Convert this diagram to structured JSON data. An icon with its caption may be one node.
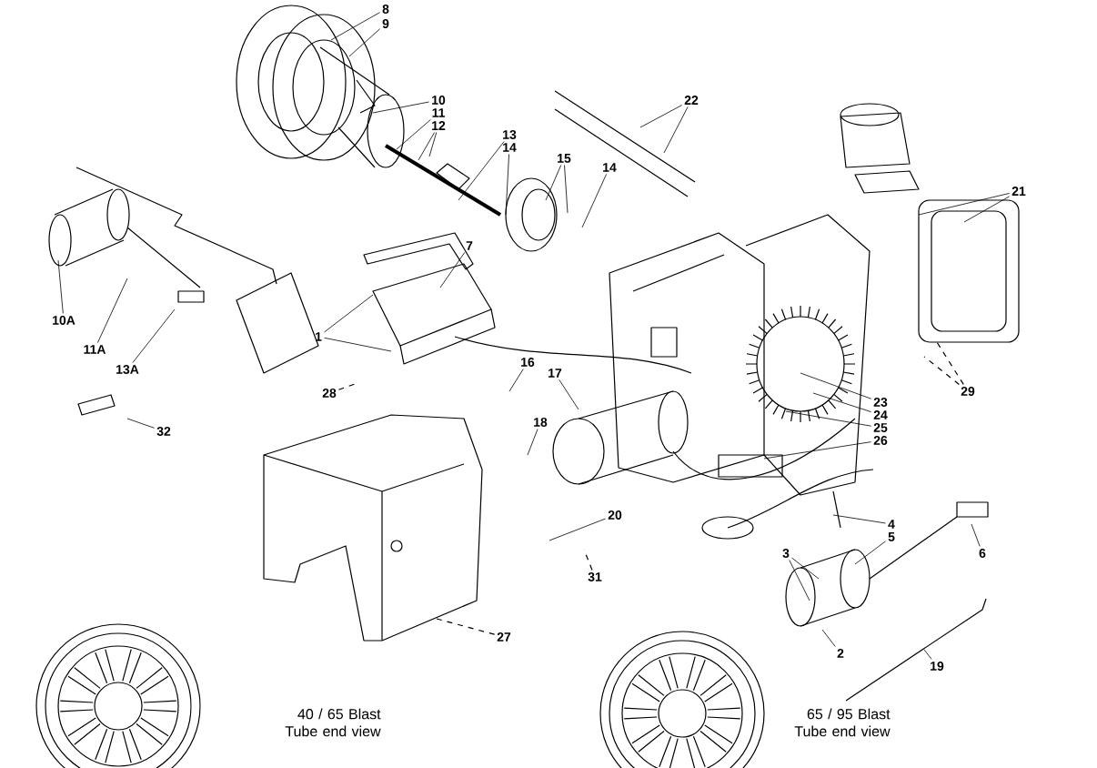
{
  "diagram": {
    "nodes": [
      {
        "text": [
          "8"
        ]
      },
      {
        "text": [
          "9"
        ]
      },
      {
        "text": [
          "10"
        ]
      },
      {
        "text": [
          "11"
        ]
      },
      {
        "text": [
          "12"
        ]
      },
      {
        "text": [
          "13"
        ]
      },
      {
        "text": [
          "14"
        ]
      },
      {
        "text": [
          "15"
        ]
      },
      {
        "text": [
          "14"
        ]
      },
      {
        "text": [
          "22"
        ]
      },
      {
        "text": [
          "21"
        ]
      },
      {
        "text": [
          "7"
        ]
      },
      {
        "text": [
          "1"
        ]
      },
      {
        "text": [
          "10A"
        ]
      },
      {
        "text": [
          "11A"
        ]
      },
      {
        "text": [
          "13A"
        ]
      },
      {
        "text": [
          "28"
        ]
      },
      {
        "text": [
          "16"
        ]
      },
      {
        "text": [
          "17"
        ]
      },
      {
        "text": [
          "18"
        ]
      },
      {
        "text": [
          "32"
        ]
      },
      {
        "text": [
          "23"
        ]
      },
      {
        "text": [
          "24"
        ]
      },
      {
        "text": [
          "25"
        ]
      },
      {
        "text": [
          "26"
        ]
      },
      {
        "text": [
          "29"
        ]
      },
      {
        "text": [
          "20"
        ]
      },
      {
        "text": [
          "31"
        ]
      },
      {
        "text": [
          "4"
        ]
      },
      {
        "text": [
          "5"
        ]
      },
      {
        "text": [
          "6"
        ]
      },
      {
        "text": [
          "3"
        ]
      },
      {
        "text": [
          "2"
        ]
      },
      {
        "text": [
          "19"
        ]
      },
      {
        "text": [
          "27"
        ]
      }
    ],
    "edges": [
      {
        "from": 0,
        "to": null,
        "arrow": "none"
      },
      {
        "from": 1,
        "to": null,
        "arrow": "none"
      },
      {
        "from": 2,
        "to": null,
        "arrow": "none"
      },
      {
        "from": 3,
        "to": null,
        "arrow": "none"
      },
      {
        "from": 4,
        "to": null,
        "arrow": "none"
      },
      {
        "from": 4,
        "to": null,
        "arrow": "none"
      },
      {
        "from": 5,
        "to": null,
        "arrow": "none"
      },
      {
        "from": 6,
        "to": null,
        "arrow": "none"
      },
      {
        "from": 7,
        "to": null,
        "arrow": "none"
      },
      {
        "from": 7,
        "to": null,
        "arrow": "none"
      },
      {
        "from": 8,
        "to": null,
        "arrow": "none"
      },
      {
        "from": 9,
        "to": null,
        "arrow": "none"
      },
      {
        "from": 9,
        "to": null,
        "arrow": "none"
      },
      {
        "from": 10,
        "to": null,
        "arrow": "none"
      },
      {
        "from": 10,
        "to": null,
        "arrow": "none"
      },
      {
        "from": 11,
        "to": null,
        "arrow": "none"
      },
      {
        "from": 12,
        "to": null,
        "arrow": "none"
      },
      {
        "from": 12,
        "to": null,
        "arrow": "none"
      },
      {
        "from": 13,
        "to": null,
        "arrow": "none"
      },
      {
        "from": 14,
        "to": null,
        "arrow": "none"
      },
      {
        "from": 15,
        "to": null,
        "arrow": "none"
      },
      {
        "from": 16,
        "to": null,
        "arrow": "none",
        "style": "dashed"
      },
      {
        "from": 17,
        "to": null,
        "arrow": "none"
      },
      {
        "from": 18,
        "to": null,
        "arrow": "none"
      },
      {
        "from": 19,
        "to": null,
        "arrow": "none"
      },
      {
        "from": 20,
        "to": null,
        "arrow": "none"
      },
      {
        "from": 21,
        "to": null,
        "arrow": "none"
      },
      {
        "from": 22,
        "to": null,
        "arrow": "none"
      },
      {
        "from": 23,
        "to": null,
        "arrow": "none"
      },
      {
        "from": 24,
        "to": null,
        "arrow": "none"
      },
      {
        "from": 25,
        "to": null,
        "arrow": "none",
        "style": "dashed"
      },
      {
        "from": 25,
        "to": null,
        "arrow": "none",
        "style": "dashed"
      },
      {
        "from": 26,
        "to": null,
        "arrow": "none"
      },
      {
        "from": 27,
        "to": null,
        "arrow": "none",
        "style": "dashed"
      },
      {
        "from": 28,
        "to": null,
        "arrow": "none"
      },
      {
        "from": 29,
        "to": null,
        "arrow": "none"
      },
      {
        "from": 30,
        "to": null,
        "arrow": "none"
      },
      {
        "from": 31,
        "to": null,
        "arrow": "none"
      },
      {
        "from": 31,
        "to": null,
        "arrow": "none"
      },
      {
        "from": 32,
        "to": null,
        "arrow": "none"
      },
      {
        "from": 33,
        "to": null,
        "arrow": "none"
      },
      {
        "from": 34,
        "to": null,
        "arrow": "none",
        "style": "dashed"
      }
    ],
    "labels": [
      "40 / 65 Blast Tube end view",
      "65 / 95 Blast Tube end view"
    ]
  }
}
